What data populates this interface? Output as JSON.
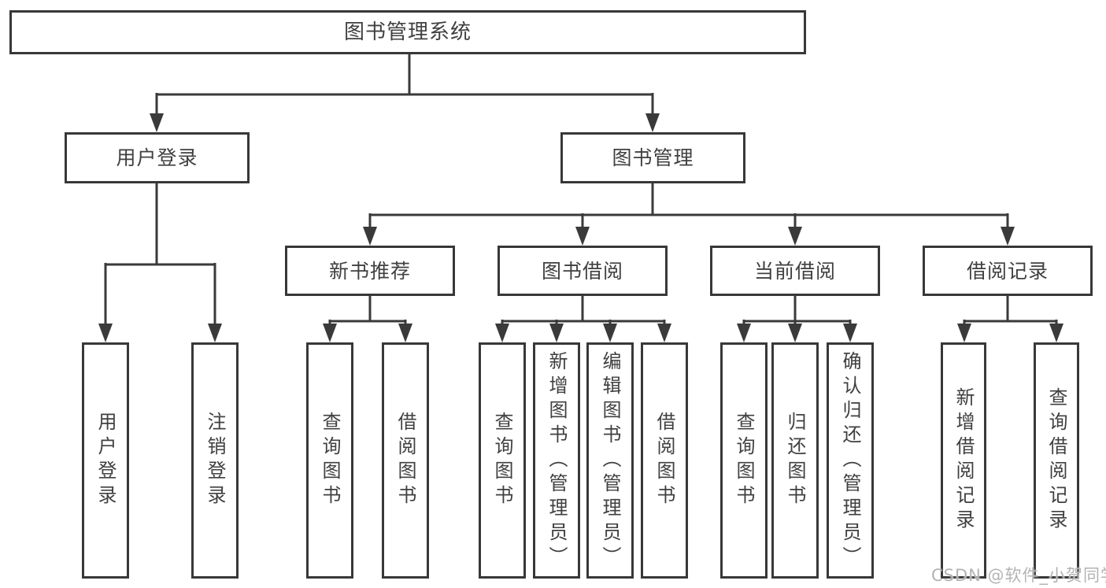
{
  "diagram_title": "图书管理系统",
  "tree": {
    "root": {
      "label": "图书管理系统"
    },
    "children": [
      {
        "label": "用户登录",
        "children": [
          {
            "label": "用户登录"
          },
          {
            "label": "注销登录"
          }
        ]
      },
      {
        "label": "图书管理",
        "children": [
          {
            "label": "新书推荐",
            "children": [
              {
                "label": "查询图书"
              },
              {
                "label": "借阅图书"
              }
            ]
          },
          {
            "label": "图书借阅",
            "children": [
              {
                "label": "查询图书"
              },
              {
                "label": "新增图书（管理员）"
              },
              {
                "label": "编辑图书（管理员）"
              },
              {
                "label": "借阅图书"
              }
            ]
          },
          {
            "label": "当前借阅",
            "children": [
              {
                "label": "查询图书"
              },
              {
                "label": "归还图书"
              },
              {
                "label": "确认归还（管理员）"
              }
            ]
          },
          {
            "label": "借阅记录",
            "children": [
              {
                "label": "新增借阅记录"
              },
              {
                "label": "查询借阅记录"
              }
            ]
          }
        ]
      }
    ]
  },
  "watermark": "CSDN @软件_小贺同学",
  "colors": {
    "line": "#3a3a3a",
    "box_border": "#383838",
    "text": "#404040",
    "background": "#ffffff",
    "watermark": "#b3b3b3"
  }
}
